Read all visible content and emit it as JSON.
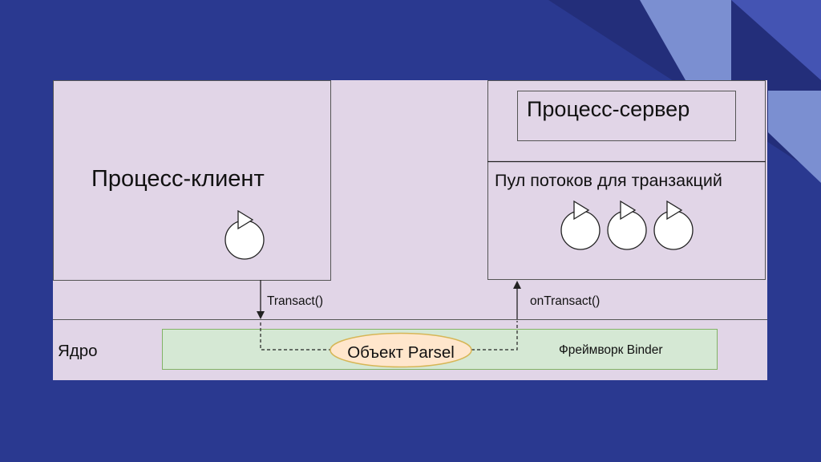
{
  "diagram": {
    "client_process": "Процесс-клиент",
    "server_process": "Процесс-сервер",
    "thread_pool": "Пул потоков для транзакций",
    "transact_call": "Transact()",
    "on_transact_call": "onTransact()",
    "kernel": "Ядро",
    "parcel_object": "Объект Parsel",
    "binder_framework": "Фреймворк Binder",
    "thread_count_pool": 3,
    "thread_count_client": 1
  },
  "colors": {
    "background": "#2a3990",
    "deco_dark": "#232e7a",
    "deco_light": "#7b8fd1",
    "deco_mid": "#4454b3",
    "panel": "#e1d5e7",
    "binder_fill": "#d5e8d4",
    "binder_border": "#82b366",
    "parcel_fill": "#ffe6cc",
    "parcel_border": "#d6b656",
    "stroke": "#222222"
  }
}
